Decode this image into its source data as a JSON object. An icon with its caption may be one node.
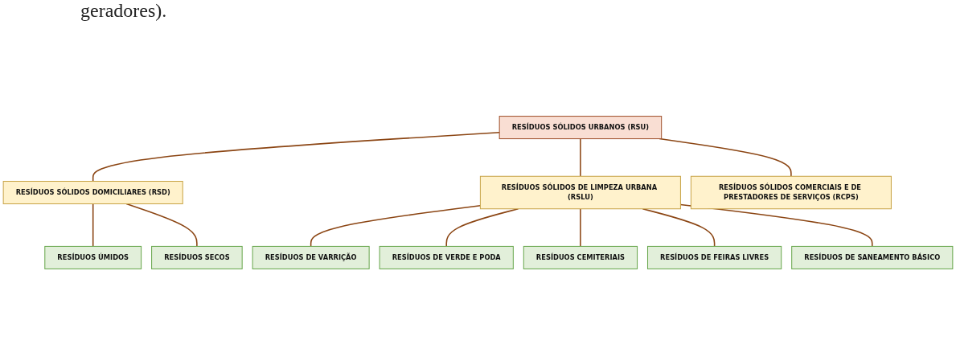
{
  "diagram": {
    "nodes": [
      {
        "text": [
          "RESÍDUOS SÓLIDOS URBANOS (RSU)"
        ]
      },
      {
        "text": [
          "RESÍDUOS SÓLIDOS DOMICILIARES (RSD)"
        ]
      },
      {
        "text": [
          "RESÍDUOS SÓLIDOS DE LIMPEZA URBANA (RSLU)"
        ]
      },
      {
        "text": [
          "RESÍDUOS SÓLIDOS COMERCIAIS E DE PRESTADORES DE SERVIÇOS (RCPS)"
        ]
      },
      {
        "text": [
          "RESÍDUOS ÚMIDOS"
        ]
      },
      {
        "text": [
          "RESÍDUOS SECOS"
        ]
      },
      {
        "text": [
          "RESÍDUOS DE VARRIÇÃO"
        ]
      },
      {
        "text": [
          "RESÍDUOS DE VERDE E PODA"
        ]
      },
      {
        "text": [
          "RESÍDUOS CEMITERIAIS"
        ]
      },
      {
        "text": [
          "RESÍDUOS DE FEIRAS LIVRES"
        ]
      },
      {
        "text": [
          "RESÍDUOS DE SANEAMENTO BÁSICO"
        ]
      }
    ],
    "edges": [
      {
        "from": 0,
        "to": 1,
        "arrow": "none"
      },
      {
        "from": 0,
        "to": 2,
        "arrow": "none"
      },
      {
        "from": 0,
        "to": 3,
        "arrow": "none"
      },
      {
        "from": 1,
        "to": 4,
        "arrow": "none"
      },
      {
        "from": 1,
        "to": 5,
        "arrow": "none"
      },
      {
        "from": 2,
        "to": 6,
        "arrow": "none"
      },
      {
        "from": 2,
        "to": 7,
        "arrow": "none"
      },
      {
        "from": 2,
        "to": 8,
        "arrow": "none"
      },
      {
        "from": 2,
        "to": 9,
        "arrow": "none"
      },
      {
        "from": 2,
        "to": 10,
        "arrow": "none"
      }
    ],
    "labels": [
      "geradores)."
    ]
  }
}
